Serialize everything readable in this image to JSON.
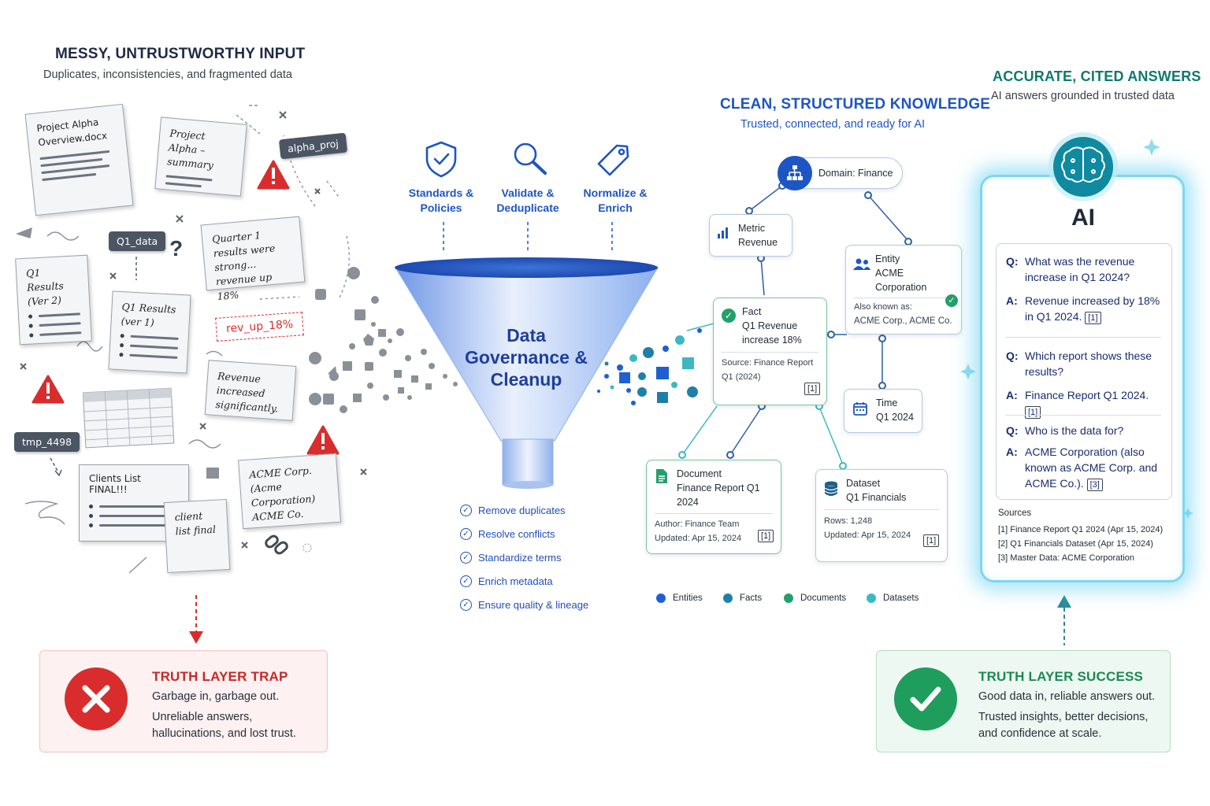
{
  "left": {
    "title": "MESSY, UNTRUSTWORTHY INPUT",
    "subtitle": "Duplicates, inconsistencies, and fragmented data",
    "papers": {
      "overview": "Project Alpha Overview.docx",
      "summary": "Project Alpha – summary",
      "q1v2": "Q1 Results (Ver 2)",
      "q1v1": "Q1 Results (ver 1)",
      "quarter": "Quarter 1 results were strong... revenue up 18%",
      "revenue": "Revenue increased significantly.",
      "clients": "Clients List FINAL!!!",
      "client_final": "client list final",
      "acme": "ACME Corp. (Acme Corporation) ACME Co."
    },
    "tags": {
      "alpha_proj": "alpha_proj",
      "q1_data": "Q1_data",
      "rev_up": "rev_up_18%",
      "tmp": "tmp_4498"
    },
    "question_mark": "?"
  },
  "pipeline": {
    "steps": [
      {
        "label": "Standards & Policies",
        "icon": "shield-check-icon"
      },
      {
        "label": "Validate & Deduplicate",
        "icon": "magnifier-icon"
      },
      {
        "label": "Normalize & Enrich",
        "icon": "tag-icon"
      }
    ],
    "funnel_label": "Data Governance & Cleanup",
    "checklist": [
      "Remove duplicates",
      "Resolve conflicts",
      "Standardize terms",
      "Enrich metadata",
      "Ensure quality & lineage"
    ]
  },
  "knowledge": {
    "title": "CLEAN, STRUCTURED KNOWLEDGE",
    "subtitle": "Trusted, connected, and ready for AI",
    "domain": "Domain: Finance",
    "metric": {
      "type": "Metric",
      "value": "Revenue"
    },
    "entity": {
      "type": "Entity",
      "value": "ACME Corporation",
      "aka_label": "Also known as:",
      "aka": "ACME Corp., ACME Co."
    },
    "fact": {
      "type": "Fact",
      "value": "Q1 Revenue increase 18%",
      "source": "Source: Finance Report Q1 (2024)",
      "cite": "[1]"
    },
    "time": {
      "type": "Time",
      "value": "Q1 2024"
    },
    "document": {
      "type": "Document",
      "value": "Finance Report Q1 2024",
      "author": "Author: Finance Team",
      "updated": "Updated: Apr 15, 2024",
      "cite": "[1]"
    },
    "dataset": {
      "type": "Dataset",
      "value": "Q1 Financials",
      "rows": "Rows: 1,248",
      "updated": "Updated: Apr 15, 2024",
      "cite": "[1]"
    },
    "legend": [
      {
        "label": "Entities",
        "color": "#1f5fd1"
      },
      {
        "label": "Facts",
        "color": "#1f7fa8"
      },
      {
        "label": "Documents",
        "color": "#22a06b"
      },
      {
        "label": "Datasets",
        "color": "#3bb8c4"
      }
    ]
  },
  "answers": {
    "title": "ACCURATE, CITED ANSWERS",
    "subtitle": "AI answers grounded in trusted data",
    "ai_label": "AI",
    "q1": "What was the revenue increase in Q1 2024?",
    "a1": "Revenue increased by 18% in Q1 2024.",
    "a1_cite": "[1]",
    "q2": "Which report shows these results?",
    "a2": "Finance Report Q1 2024.",
    "a2_cite": "[1]",
    "q3": "Who is the data for?",
    "a3": "ACME Corporation (also known as ACME Corp. and ACME Co.).",
    "a3_cite": "[3]",
    "q_key": "Q:",
    "a_key": "A:",
    "sources_label": "Sources",
    "sources": [
      "[1]  Finance Report Q1 2024 (Apr 15, 2024)",
      "[2]  Q1 Financials Dataset (Apr 15, 2024)",
      "[3]  Master Data: ACME Corporation"
    ]
  },
  "trap": {
    "title": "TRUTH LAYER TRAP",
    "line1": "Garbage in, garbage out.",
    "line2": "Unreliable answers, hallucinations, and lost trust."
  },
  "success": {
    "title": "TRUTH LAYER SUCCESS",
    "line1": "Good data in, reliable answers out.",
    "line2": "Trusted insights, better decisions, and confidence at scale."
  },
  "colors": {
    "red": "#d92d2d",
    "green": "#1f9d5c",
    "blue": "#1e55c4",
    "teal": "#0d7a6b"
  }
}
